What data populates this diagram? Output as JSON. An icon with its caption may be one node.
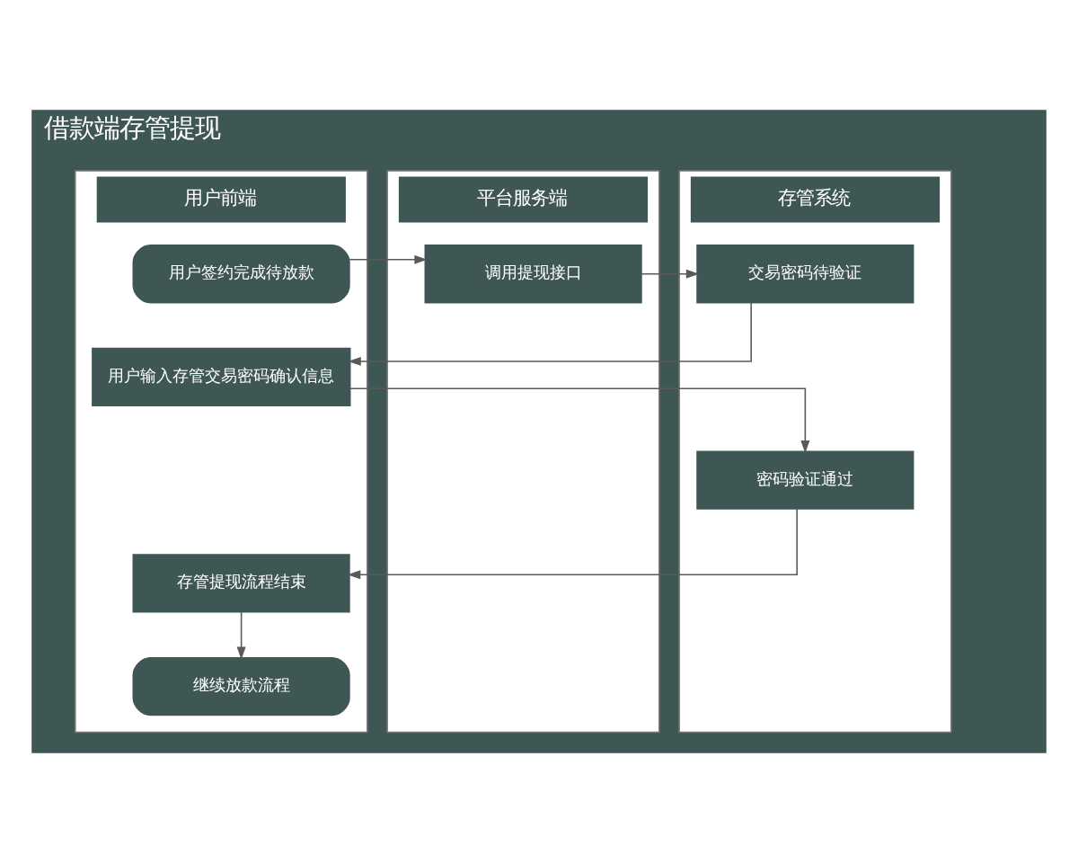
{
  "diagram": {
    "nodes": [
      {
        "text": [
          "借款端存管提现"
        ]
      },
      {
        "text": [
          "用户前端"
        ],
        "in": 0
      },
      {
        "text": [
          "平台服务端"
        ],
        "in": 0
      },
      {
        "text": [
          "存管系统"
        ],
        "in": 0
      },
      {
        "text": [
          "用户签约完成待放款"
        ],
        "in": 1
      },
      {
        "text": [
          "调用提现接口"
        ],
        "in": 2
      },
      {
        "text": [
          "交易密码待验证"
        ],
        "in": 3
      },
      {
        "text": [
          "用户输入存管交易密码确认信息"
        ],
        "in": 1
      },
      {
        "text": [
          "密码验证通过"
        ],
        "in": 3
      },
      {
        "text": [
          "存管提现流程结束"
        ],
        "in": 1
      },
      {
        "text": [
          "继续放款流程"
        ],
        "in": 1
      }
    ],
    "edges": [
      {
        "from": 4,
        "to": 5,
        "arrow": "to"
      },
      {
        "from": 5,
        "to": 6,
        "arrow": "to"
      },
      {
        "from": 6,
        "to": 7,
        "arrow": "to"
      },
      {
        "from": 7,
        "to": 8,
        "arrow": "to"
      },
      {
        "from": 8,
        "to": 9,
        "arrow": "to"
      },
      {
        "from": 9,
        "to": 10,
        "arrow": "to"
      }
    ]
  }
}
